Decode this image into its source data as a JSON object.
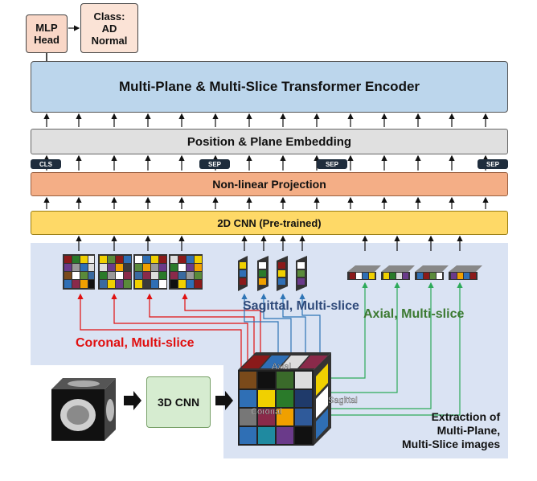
{
  "mlp_head": {
    "line1": "MLP",
    "line2": "Head"
  },
  "class_output": {
    "line1": "Class:",
    "line2": "AD",
    "line3": "Normal"
  },
  "encoder_label": "Multi-Plane & Multi-Slice Transformer Encoder",
  "position_label": "Position & Plane Embedding",
  "projection_label": "Non-linear Projection",
  "cnn2d_label": "2D CNN (Pre-trained)",
  "tokens": {
    "cls": "CLS",
    "sep1": "SEP",
    "sep2": "SEP",
    "sep3": "SEP"
  },
  "cnn3d_label": "3D CNN",
  "coronal_label": "Coronal, Multi-slice",
  "sagittal_label": "Sagittal, Multi-slice",
  "axial_label": "Axial, Multi-slice",
  "cube_labels": {
    "axial": "Axial",
    "sagittal": "Sagittal",
    "coronal": "Coronal"
  },
  "extraction": {
    "line1": "Extraction of",
    "line2": "Multi-Plane,",
    "line3": "Multi-Slice images"
  },
  "colors": {
    "coronal_line": "#e01010",
    "sagittal_line": "#2e75b6",
    "axial_line": "#2eaa5a"
  }
}
